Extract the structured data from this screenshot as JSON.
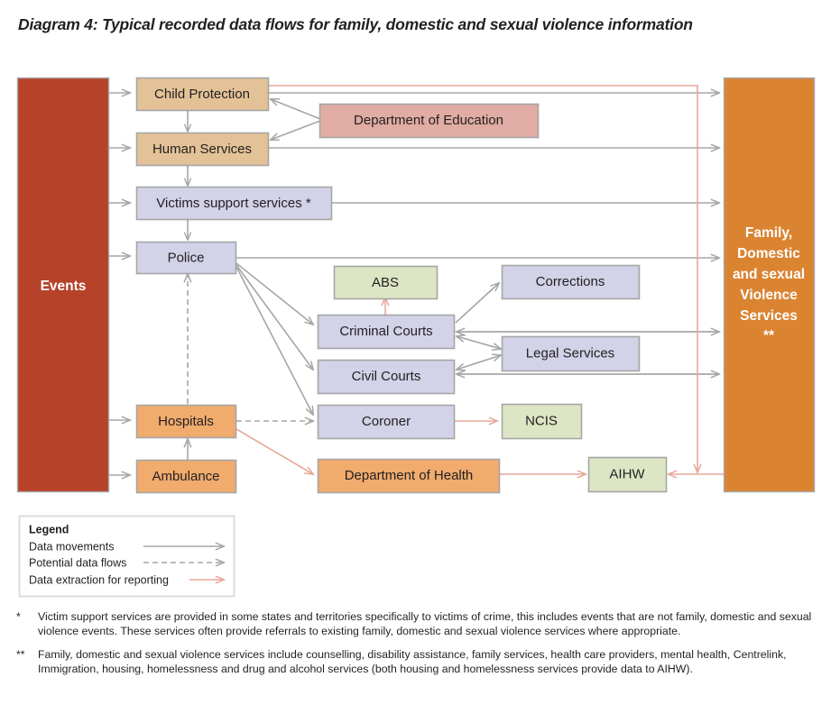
{
  "title": "Diagram 4: Typical recorded data flows for family, domestic and sexual violence information",
  "colors": {
    "events_fill": "#b7422a",
    "services_fill": "#da8432",
    "tan_fill": "#e3c297",
    "orange_fill": "#f0ab6d",
    "lilac_fill": "#d2d2e8",
    "green_fill": "#dde6c4",
    "pink_fill": "#e0aca3",
    "box_stroke": "#a6a6a6",
    "data_movement": "#a6a6a6",
    "potential_flow": "#a6a6a6",
    "extraction": "#e8a898",
    "frame": "#a6a6a6"
  },
  "columns": {
    "events": "Events",
    "services": "Family, Domestic and sexual Violence Services **",
    "services_lines": [
      "Family,",
      "Domestic",
      "and sexual",
      "Violence",
      "Services",
      "**"
    ]
  },
  "nodes": [
    {
      "id": "child-protection",
      "label": "Child Protection",
      "type": "tan"
    },
    {
      "id": "department-of-education",
      "label": "Department of Education",
      "type": "pink"
    },
    {
      "id": "human-services",
      "label": "Human Services",
      "type": "tan"
    },
    {
      "id": "victims-support-services",
      "label": "Victims support services *",
      "type": "lilac"
    },
    {
      "id": "police",
      "label": "Police",
      "type": "lilac"
    },
    {
      "id": "abs",
      "label": "ABS",
      "type": "green"
    },
    {
      "id": "corrections",
      "label": "Corrections",
      "type": "lilac"
    },
    {
      "id": "criminal-courts",
      "label": "Criminal Courts",
      "type": "lilac"
    },
    {
      "id": "legal-services",
      "label": "Legal Services",
      "type": "lilac"
    },
    {
      "id": "civil-courts",
      "label": "Civil Courts",
      "type": "lilac"
    },
    {
      "id": "hospitals",
      "label": "Hospitals",
      "type": "orange"
    },
    {
      "id": "coroner",
      "label": "Coroner",
      "type": "lilac"
    },
    {
      "id": "ncis",
      "label": "NCIS",
      "type": "green"
    },
    {
      "id": "ambulance",
      "label": "Ambulance",
      "type": "orange"
    },
    {
      "id": "department-of-health",
      "label": "Department of Health",
      "type": "orange"
    },
    {
      "id": "aihw",
      "label": "AIHW",
      "type": "green"
    }
  ],
  "legend": {
    "title": "Legend",
    "items": [
      {
        "label": "Data movements",
        "style": "solid-grey"
      },
      {
        "label": "Potential data flows",
        "style": "dashed-grey"
      },
      {
        "label": "Data extraction for reporting",
        "style": "solid-salmon"
      }
    ]
  },
  "notes": [
    {
      "mark": "*",
      "text": "Victim support services are provided in some states and territories specifically to victims of crime, this includes events that are not family, domestic and sexual violence events. These services often provide referrals to existing family, domestic and sexual violence services where appropriate."
    },
    {
      "mark": "**",
      "text": "Family, domestic and sexual violence services include counselling, disability assistance, family services, health care providers, mental health, Centrelink, Immigration, housing, homelessness and drug and alcohol services (both housing and homelessness services provide data to AIHW)."
    }
  ]
}
